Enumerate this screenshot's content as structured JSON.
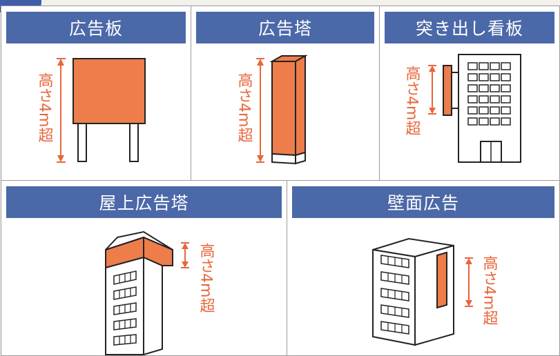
{
  "colors": {
    "header_bg": "#4b68a8",
    "sign_fill": "#ed7d4b",
    "label": "#e8663c",
    "outline": "#222222"
  },
  "panels": [
    {
      "id": "billboard",
      "title": "広告板",
      "height_label": "高さ4m超",
      "icon": "billboard-illustration"
    },
    {
      "id": "advertising-tower",
      "title": "広告塔",
      "height_label": "高さ4m超",
      "icon": "advertising-tower-illustration"
    },
    {
      "id": "projecting-sign",
      "title": "突き出し看板",
      "height_label": "高さ4m超",
      "icon": "projecting-sign-illustration"
    },
    {
      "id": "rooftop-tower",
      "title": "屋上広告塔",
      "height_label": "高さ4m超",
      "icon": "rooftop-tower-illustration"
    },
    {
      "id": "wall-sign",
      "title": "壁面広告",
      "height_label": "高さ4m超",
      "icon": "wall-sign-illustration"
    }
  ]
}
